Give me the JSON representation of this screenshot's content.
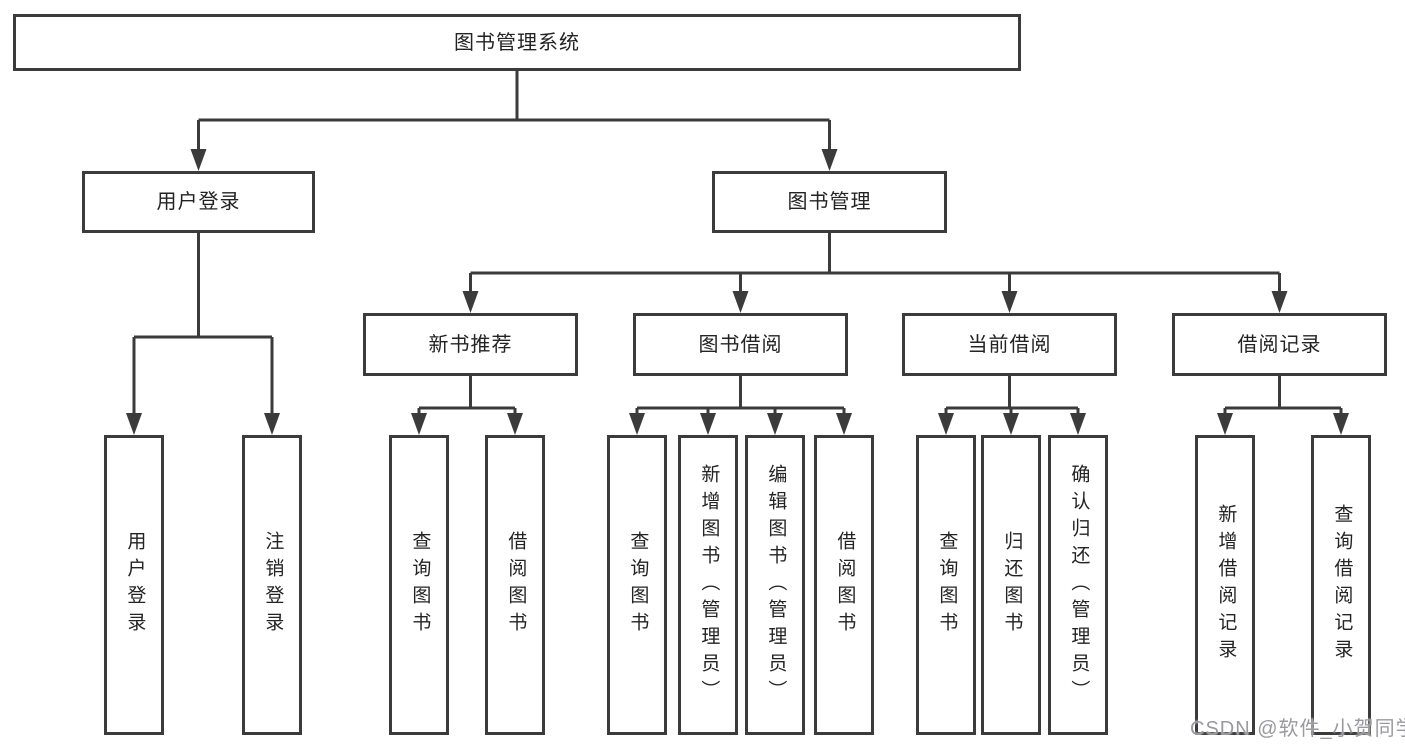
{
  "diagram": {
    "root": {
      "label": "图书管理系统"
    },
    "branches": [
      {
        "label": "用户登录",
        "children": [
          {
            "label": "用户登录"
          },
          {
            "label": "注销登录"
          }
        ]
      },
      {
        "label": "图书管理",
        "children": [
          {
            "label": "新书推荐",
            "children": [
              {
                "label": "查询图书"
              },
              {
                "label": "借阅图书"
              }
            ]
          },
          {
            "label": "图书借阅",
            "children": [
              {
                "label": "查询图书"
              },
              {
                "label": "新增图书（管理员）"
              },
              {
                "label": "编辑图书（管理员）"
              },
              {
                "label": "借阅图书"
              }
            ]
          },
          {
            "label": "当前借阅",
            "children": [
              {
                "label": "查询图书"
              },
              {
                "label": "归还图书"
              },
              {
                "label": "确认归还（管理员）"
              }
            ]
          },
          {
            "label": "借阅记录",
            "children": [
              {
                "label": "新增借阅记录"
              },
              {
                "label": "查询借阅记录"
              }
            ]
          }
        ]
      }
    ]
  },
  "colors": {
    "line": "#3b3b3b",
    "box_border": "#3b3b3b",
    "text": "#232323",
    "watermark": "#9a9a9e"
  },
  "watermark": {
    "text": "CSDN @软件_小贺同学"
  }
}
